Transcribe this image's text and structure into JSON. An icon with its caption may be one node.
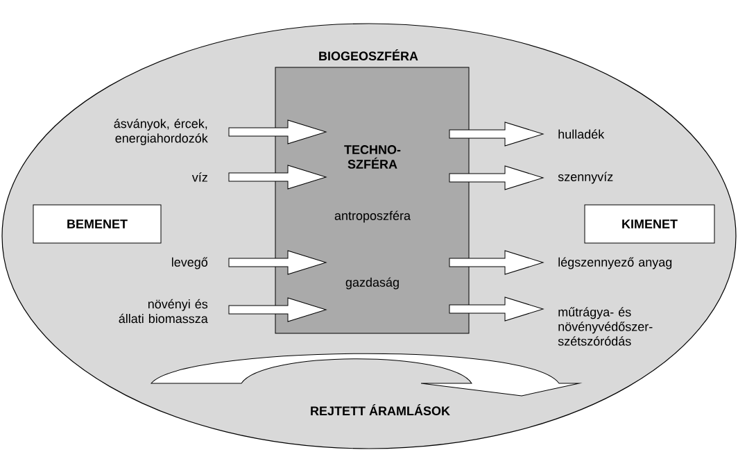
{
  "diagram": {
    "nodes": [
      {
        "text": [
          "BIOGEOSZFÉRA"
        ]
      },
      {
        "text": [
          "TECHNO- SZFÉRA",
          "antroposzféra",
          "gazdaság"
        ],
        "in": 0
      },
      {
        "text": [
          "BEMENET"
        ],
        "in": 0
      },
      {
        "text": [
          "KIMENET"
        ],
        "in": 0
      },
      {
        "text": [
          "ásványok, ércek, energiahordozók"
        ],
        "in": 0
      },
      {
        "text": [
          "víz"
        ],
        "in": 0
      },
      {
        "text": [
          "levegő"
        ],
        "in": 0
      },
      {
        "text": [
          "növényi és állati biomassza"
        ],
        "in": 0
      },
      {
        "text": [
          "hulladék"
        ],
        "in": 0
      },
      {
        "text": [
          "szennyvíz"
        ],
        "in": 0
      },
      {
        "text": [
          "légszennyező anyag"
        ],
        "in": 0
      },
      {
        "text": [
          "műtrágya- és növényvédőszer- szétszóródás"
        ],
        "in": 0
      }
    ],
    "edges": [
      {
        "from": 4,
        "to": 1,
        "arrow": "to"
      },
      {
        "from": 5,
        "to": 1,
        "arrow": "to"
      },
      {
        "from": 6,
        "to": 1,
        "arrow": "to"
      },
      {
        "from": 7,
        "to": 1,
        "arrow": "to"
      },
      {
        "from": 1,
        "to": 8,
        "arrow": "to"
      },
      {
        "from": 1,
        "to": 9,
        "arrow": "to"
      },
      {
        "from": 1,
        "to": 10,
        "arrow": "to"
      },
      {
        "from": 1,
        "to": 11,
        "arrow": "to"
      }
    ],
    "labels": [
      "REJTETT ÁRAMLÁSOK"
    ]
  }
}
